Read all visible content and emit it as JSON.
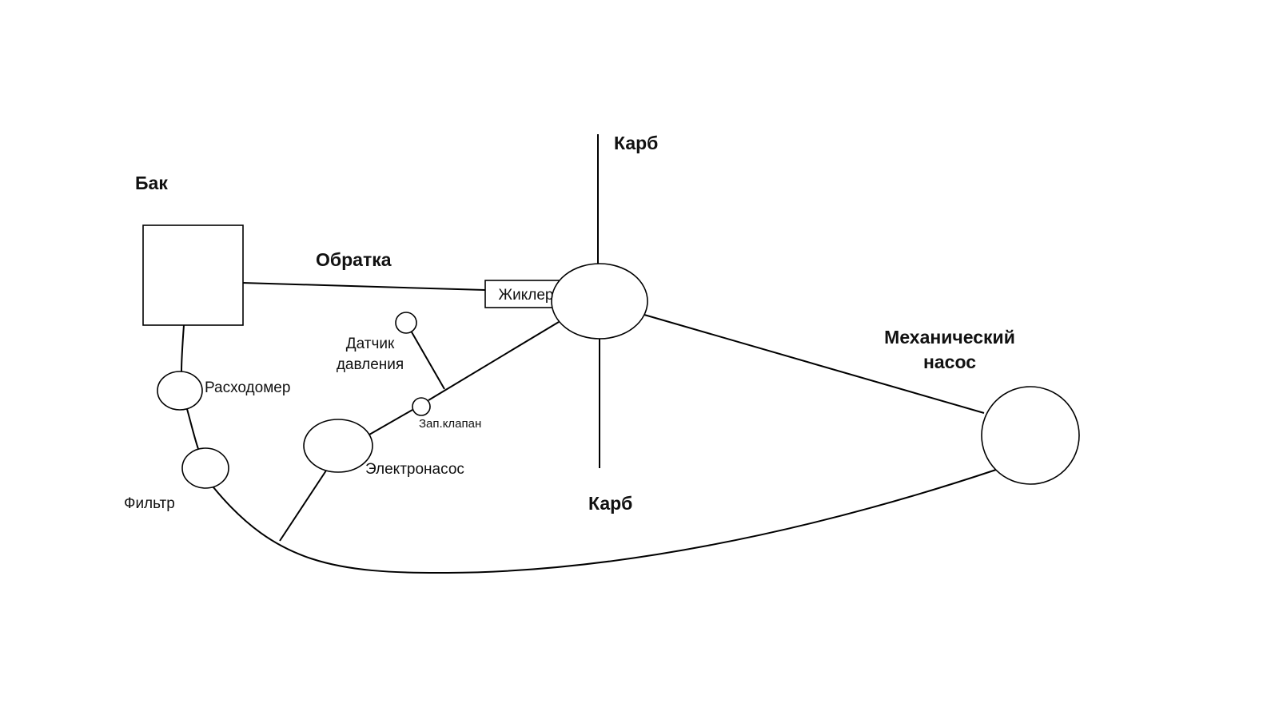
{
  "diagram": {
    "colors": {
      "line": "#000000",
      "fill": "#ffffff",
      "text": "#111111"
    },
    "labels": {
      "tank": "Бак",
      "return_line": "Обратка",
      "jet": "Жиклер",
      "carb_top": "Карб",
      "carb_bottom": "Карб",
      "pressure_sensor_line1": "Датчик",
      "pressure_sensor_line2": "давления",
      "flow_meter": "Расходомер",
      "check_valve": "Зап.клапан",
      "electric_pump": "Электронасос",
      "filter": "Фильтр",
      "mechanical_pump_line1": "Механический",
      "mechanical_pump_line2": "насос"
    }
  }
}
